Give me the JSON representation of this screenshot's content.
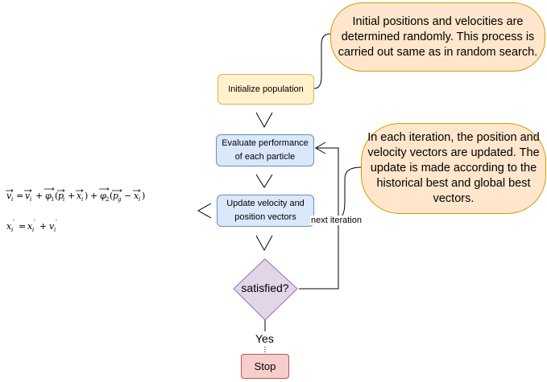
{
  "nodes": {
    "init": "Initialize population",
    "evaluate": "Evaluate performance of each particle",
    "update": "Update velocity and position vectors",
    "decision": "satisfied?",
    "stop": "Stop"
  },
  "edges": {
    "loop_label": "next iteration",
    "yes_label": "Yes"
  },
  "callouts": {
    "init_note": "Initial positions and velocities are determined randomly. This process is carried out same as in random search.",
    "update_note": "In each iteration, the position and velocity vectors are updated. The update is made according to the historical best and global best vectors."
  },
  "formulas": {
    "velocity": "v_i = v_i + φ1(p_i + x_i) + φ2(p_g − x_i)",
    "position": "x_i = x_i + v_i"
  },
  "colors": {
    "yellow_fill": "#fff2cc",
    "blue_fill": "#dae8fc",
    "purple_fill": "#e1d5e7",
    "red_fill": "#f8cecc",
    "orange_fill": "#ffe6cc"
  }
}
